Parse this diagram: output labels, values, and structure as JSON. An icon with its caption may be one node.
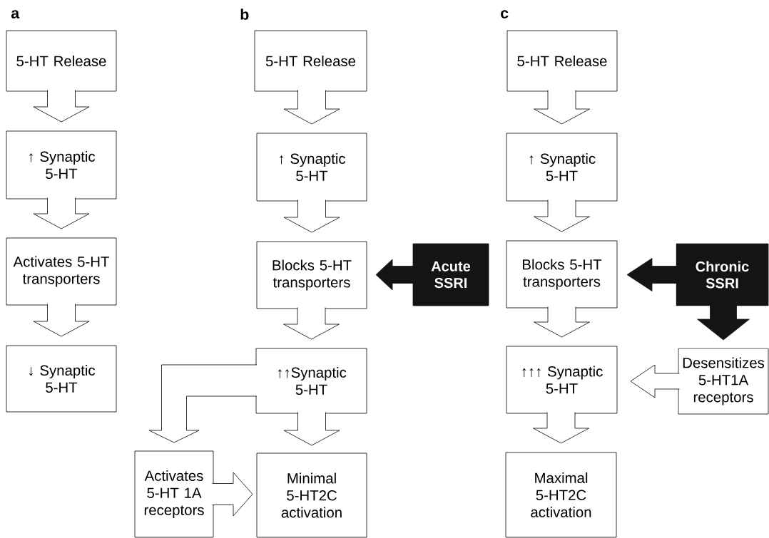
{
  "diagram": {
    "nodes": [
      {
        "text": [
          "5-HT Release"
        ]
      },
      {
        "text": [
          "↑ Synaptic 5-HT"
        ]
      },
      {
        "text": [
          "Activates 5-HT transporters"
        ]
      },
      {
        "text": [
          "↓ Synaptic 5-HT"
        ]
      },
      {
        "text": [
          "5-HT Release"
        ]
      },
      {
        "text": [
          "↑ Synaptic 5-HT"
        ]
      },
      {
        "text": [
          "Blocks 5-HT transporters"
        ]
      },
      {
        "text": [
          "Acute SSRI"
        ]
      },
      {
        "text": [
          "↑↑Synaptic 5-HT"
        ]
      },
      {
        "text": [
          "Activates 5-HT 1A receptors"
        ]
      },
      {
        "text": [
          "Minimal 5-HT2C activation"
        ]
      },
      {
        "text": [
          "5-HT Release"
        ]
      },
      {
        "text": [
          "↑ Synaptic 5-HT"
        ]
      },
      {
        "text": [
          "Blocks 5-HT transporters"
        ]
      },
      {
        "text": [
          "Chronic SSRI"
        ]
      },
      {
        "text": [
          "↑↑↑ Synaptic 5-HT"
        ]
      },
      {
        "text": [
          "Desensitizes 5-HT1A receptors"
        ]
      },
      {
        "text": [
          "Maximal 5-HT2C activation"
        ]
      }
    ],
    "edges": [
      {
        "from": 0,
        "to": 1,
        "arrow": "to"
      },
      {
        "from": 1,
        "to": 2,
        "arrow": "to"
      },
      {
        "from": 2,
        "to": 3,
        "arrow": "to"
      },
      {
        "from": 4,
        "to": 5,
        "arrow": "to"
      },
      {
        "from": 5,
        "to": 6,
        "arrow": "to"
      },
      {
        "from": 7,
        "to": 6,
        "arrow": "to",
        "color": "#141414"
      },
      {
        "from": 6,
        "to": 8,
        "arrow": "to"
      },
      {
        "from": 8,
        "to": 9,
        "arrow": "to"
      },
      {
        "from": 8,
        "to": 10,
        "arrow": "to"
      },
      {
        "from": 9,
        "to": 10,
        "arrow": "to"
      },
      {
        "from": 11,
        "to": 12,
        "arrow": "to"
      },
      {
        "from": 12,
        "to": 13,
        "arrow": "to"
      },
      {
        "from": 14,
        "to": 13,
        "arrow": "to",
        "color": "#141414"
      },
      {
        "from": 14,
        "to": 16,
        "arrow": "to",
        "color": "#141414"
      },
      {
        "from": 13,
        "to": 15,
        "arrow": "to"
      },
      {
        "from": 16,
        "to": 15,
        "arrow": "to"
      },
      {
        "from": 15,
        "to": 17,
        "arrow": "to"
      }
    ],
    "labels": [
      "a",
      "b",
      "c"
    ]
  }
}
